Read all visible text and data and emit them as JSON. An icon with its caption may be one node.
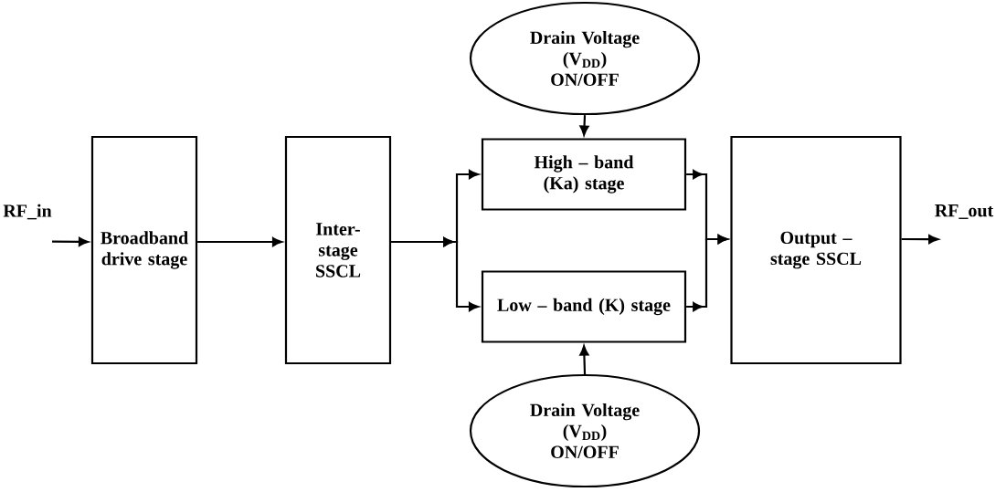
{
  "diagram": {
    "nodes": [
      {
        "text": [
          "RF_in"
        ]
      },
      {
        "text": [
          "Broadband drive stage"
        ]
      },
      {
        "text": [
          "Inter- stage SSCL"
        ]
      },
      {
        "text": [
          "Drain Voltage (V$_{DD}$) ON/OFF"
        ]
      },
      {
        "text": [
          "High – band (Ka) stage"
        ]
      },
      {
        "text": [
          "Low – band (K) stage"
        ]
      },
      {
        "text": [
          "Drain Voltage (V$_{DD}$) ON/OFF"
        ]
      },
      {
        "text": [
          "Output – stage SSCL"
        ]
      },
      {
        "text": [
          "RF_out"
        ]
      }
    ],
    "edges": [
      {
        "from": 0,
        "to": 1,
        "arrow": "to"
      },
      {
        "from": 1,
        "to": 2,
        "arrow": "to"
      },
      {
        "from": 2,
        "to": 4,
        "arrow": "to"
      },
      {
        "from": 2,
        "to": 5,
        "arrow": "to"
      },
      {
        "from": 3,
        "to": 4,
        "arrow": "to"
      },
      {
        "from": 6,
        "to": 5,
        "arrow": "to"
      },
      {
        "from": 4,
        "to": 7,
        "arrow": "to"
      },
      {
        "from": 5,
        "to": 7,
        "arrow": "to"
      },
      {
        "from": 7,
        "to": 8,
        "arrow": "to"
      }
    ]
  }
}
